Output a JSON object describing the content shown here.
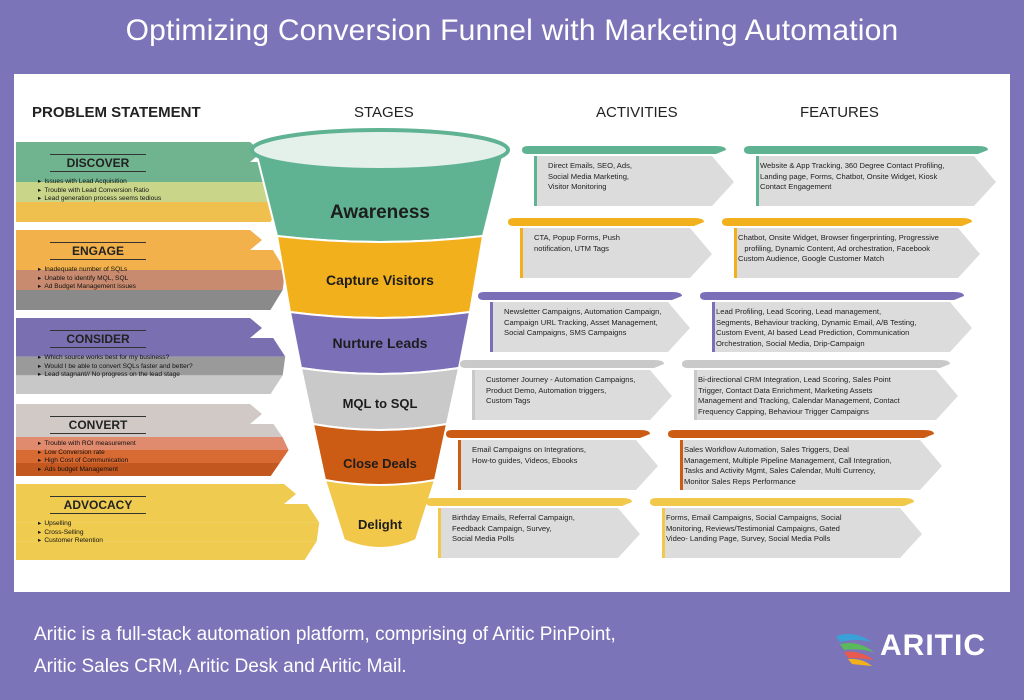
{
  "title": "Optimizing Conversion Funnel with Marketing Automation",
  "columns": {
    "problem": "PROBLEM STATEMENT",
    "stages": "STAGES",
    "activities": "ACTIVITIES",
    "features": "FEATURES"
  },
  "problems": [
    {
      "title": "DISCOVER",
      "items": [
        "Issues with Lead Acquisition",
        "Trouble with Lead Conversion Ratio",
        "Lead generation process seems tedious"
      ],
      "colors": [
        "#6fb38f",
        "#c9d68a",
        "#f0c04f"
      ]
    },
    {
      "title": "ENGAGE",
      "items": [
        "Inadequate number of SQLs",
        "Unable to identify MQL, SQL",
        "Ad Budget Management issues"
      ],
      "colors": [
        "#f2b14a",
        "#c88b70",
        "#8a8a8a"
      ]
    },
    {
      "title": "CONSIDER",
      "items": [
        "Which source works best for my business?",
        "Would I be able to convert SQLs faster and better?",
        "Lead stagnant// No progress on the lead stage"
      ],
      "colors": [
        "#7a6fb0",
        "#9a9a9a",
        "#c8c8c8"
      ]
    },
    {
      "title": "CONVERT",
      "items": [
        "Trouble with ROI measurement",
        "Low Conversion rate",
        "High Cost of Communication",
        "Ads budget Management"
      ],
      "colors": [
        "#d0c9c6",
        "#e08a6e",
        "#d86a34",
        "#c2571f"
      ]
    },
    {
      "title": "ADVOCACY",
      "items": [
        "Upselling",
        "Cross-Selling",
        "Customer Retention"
      ],
      "colors": [
        "#efcb4f",
        "#efcb4f",
        "#efcb4f"
      ]
    }
  ],
  "stages": [
    "Awareness",
    "Capture Visitors",
    "Nurture Leads",
    "MQL to SQL",
    "Close Deals",
    "Delight"
  ],
  "stage_colors": [
    "#5fb393",
    "#f2b01d",
    "#7b6fb8",
    "#c9c9c9",
    "#cc5b14",
    "#f2c84a"
  ],
  "activities": [
    "Direct Emails, SEO, Ads,\nSocial Media Marketing,\nVisitor Monitoring",
    "CTA, Popup Forms, Push\nnotification, UTM Tags",
    "Newsletter Campaigns, Automation Campaign,\nCampaign URL Tracking, Asset Management,\nSocial Campaigns, SMS Campaigns",
    "Customer Journey - Automation Campaigns,\nProduct Demo, Automation triggers,\nCustom Tags",
    "Email Campaigns on Integrations,\nHow-to guides, Videos, Ebooks",
    "Birthday Emails, Referral Campaign,\nFeedback Campaign, Survey,\nSocial Media Polls"
  ],
  "features": [
    "Website & App Tracking, 360 Degree Contact Profiling,\nLanding page, Forms, Chatbot, Onsite Widget, Kiosk\nContact Engagement",
    "Chatbot, Onsite Widget, Browser fingerprinting, Progressive\n   profiling, Dynamic Content, Ad orchestration, Facebook\nCustom Audience, Google Customer Match",
    "Lead Profiling, Lead Scoring, Lead management,\nSegments, Behaviour tracking, Dynamic Email, A/B Testing,\nCustom Event, AI based Lead Prediction, Communication\nOrchestration, Social Media, Drip-Campaign",
    "Bi-directional CRM Integration, Lead Scoring, Sales Point\nTrigger, Contact Data Enrichment, Marketing Assets\nManagement and Tracking, Calendar Management, Contact\nFrequency Capping, Behaviour Trigger Campaigns",
    "Sales Workflow Automation, Sales Triggers, Deal\nManagement, Multiple Pipeline Management, Call Integration,\nTasks and Activity Mgmt, Sales Calendar, Multi Currency,\nMonitor Sales Reps Performance",
    "Forms, Email Campaigns, Social Campaigns, Social\nMonitoring, Reviews/Testimonial Campaigns, Gated\nVideo- Landing Page, Survey, Social Media Polls"
  ],
  "footer": {
    "line1": "Aritic is a full-stack automation platform, comprising of Aritic PinPoint,",
    "line2": "Aritic Sales CRM, Aritic Desk and Aritic Mail.",
    "logo_text": "ARITIC"
  }
}
